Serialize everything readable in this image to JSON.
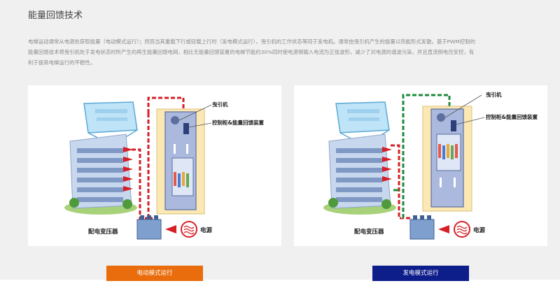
{
  "page": {
    "title": "能量回馈技术",
    "description": "电梯运动通常从电源处获取能量（电动模式运行）；然而当其重载下行或轻载上行时（发电模式运行），曳引机的工作状态等同于发电机。通常由曳引机产生的能量以热能形式发散。基于PWM控制的能量回馈技术将曳引机处于发电状态时所产生的再生能量回馈电网，相比无能量回馈装置的电梯节能约30%同时使电源侧输入电流为正弦波形，减少了对电源的谐波污染，并且直流侧电压安控，有利于提高电梯运行的平稳性。"
  },
  "diagrams": [
    {
      "label_traction": "曳引机",
      "label_control": "控制柜&能量回馈装置",
      "label_transformer": "配电变压器",
      "label_power": "电源",
      "mode_button": "电动模式运行",
      "flow_color": "#d61f26",
      "button_color": "#e96d0c"
    },
    {
      "label_traction": "曳引机",
      "label_control": "控制柜&能量回馈装置",
      "label_transformer": "配电变压器",
      "label_power": "电源",
      "mode_button": "发电模式运行",
      "flow_color": "#1e8a3c",
      "button_color": "#0d1d8a"
    }
  ]
}
